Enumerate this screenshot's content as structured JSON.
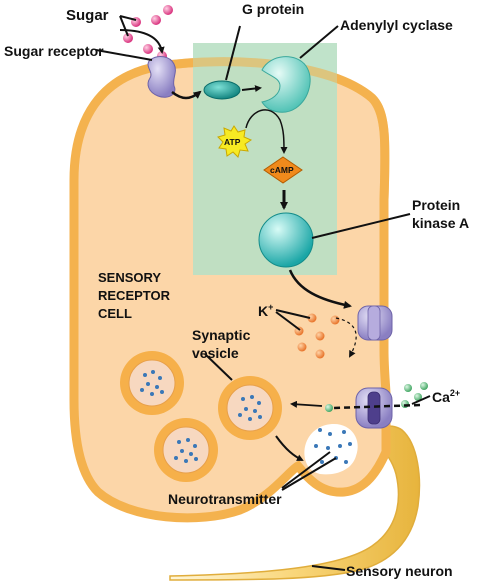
{
  "labels": {
    "sugar": "Sugar",
    "sugar_receptor": "Sugar receptor",
    "g_protein": "G protein",
    "adenylyl_cyclase": "Adenylyl cyclase",
    "atp": "ATP",
    "camp": "cAMP",
    "protein_kinase_line1": "Protein",
    "protein_kinase_line2": "kinase A",
    "cell_line1": "SENSORY",
    "cell_line2": "RECEPTOR",
    "cell_line3": "CELL",
    "k_ion": "K",
    "k_charge": "+",
    "ca_ion": "Ca",
    "ca_charge": "2+",
    "synaptic_line1": "Synaptic",
    "synaptic_line2": "vesicle",
    "neurotransmitter": "Neurotransmitter",
    "sensory_neuron": "Sensory neuron"
  },
  "colors": {
    "cell_fill": "#fcd6a8",
    "cell_membrane": "#f4b24e",
    "highlight_box": "#b9e0c4",
    "sugar": "#d9347f",
    "receptor": "#9b90cc",
    "g_protein": "#1ca49c",
    "cyclase": "#6fd0c4",
    "atp": "#f7ea23",
    "camp": "#f08a1c",
    "kinase": "#2ab7b5",
    "k_ions": "#ef8a3a",
    "ca_ions": "#6cc68a",
    "vesicle_outer": "#f6b04a",
    "vesicle_inner": "#f7d8c0",
    "neurotransmitter": "#3a78b8",
    "neuron": "#f9d67a"
  }
}
